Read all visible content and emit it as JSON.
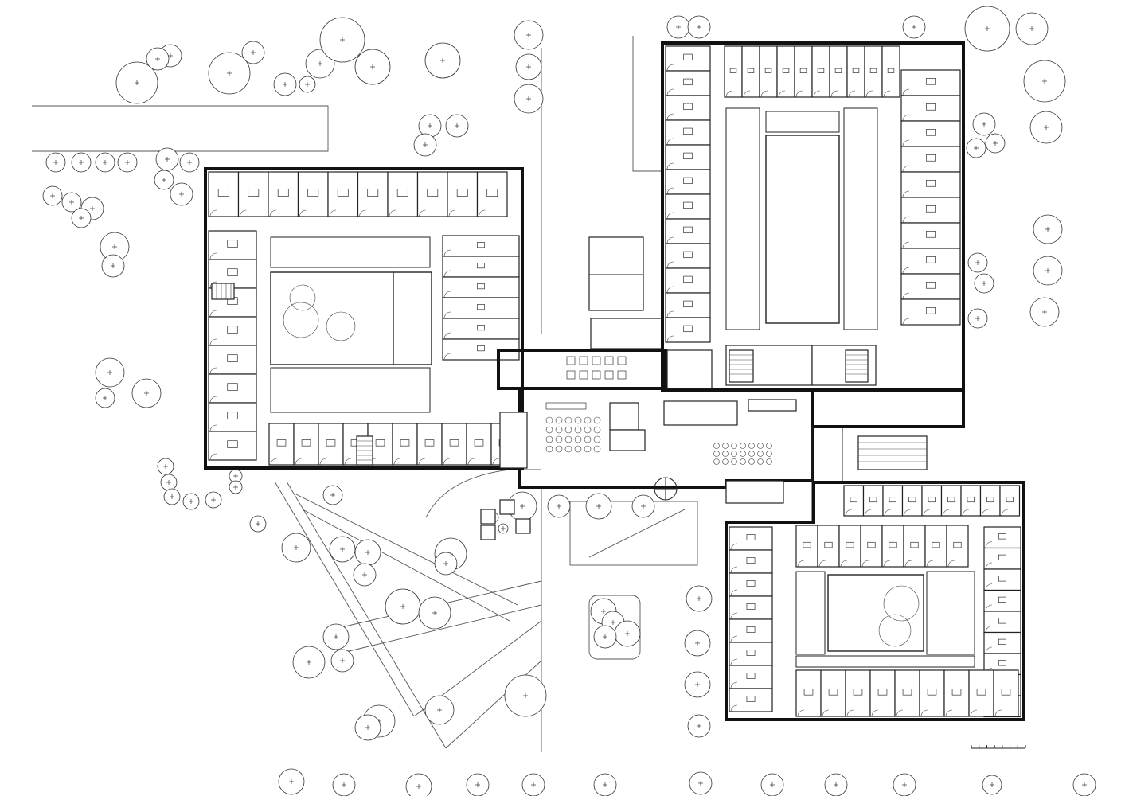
{
  "drawing": {
    "type": "architectural-floor-plan",
    "line_color": "#111111",
    "background": "#ffffff",
    "text_labels": []
  },
  "elements": {
    "west_wing": {
      "rooms_north": 10,
      "rooms_south": 10,
      "rooms_west": 8,
      "rooms_east": 6,
      "has_courtyard": true
    },
    "north_east_wing": {
      "rooms_west": 12,
      "rooms_east": 10,
      "rooms_north": 10,
      "has_courtyard": true
    },
    "south_east_wing": {
      "rooms_west": 8,
      "rooms_east": 9,
      "rooms_north": 9,
      "rooms_south": 9,
      "has_courtyard": true
    },
    "central_hall": {
      "seat_rows": 4,
      "seats_per_row": 6
    },
    "scale_bar": {
      "divisions": 7
    }
  },
  "icons": [
    "tree-icon",
    "scale-bar-icon",
    "stair-icon",
    "furniture-icon"
  ]
}
